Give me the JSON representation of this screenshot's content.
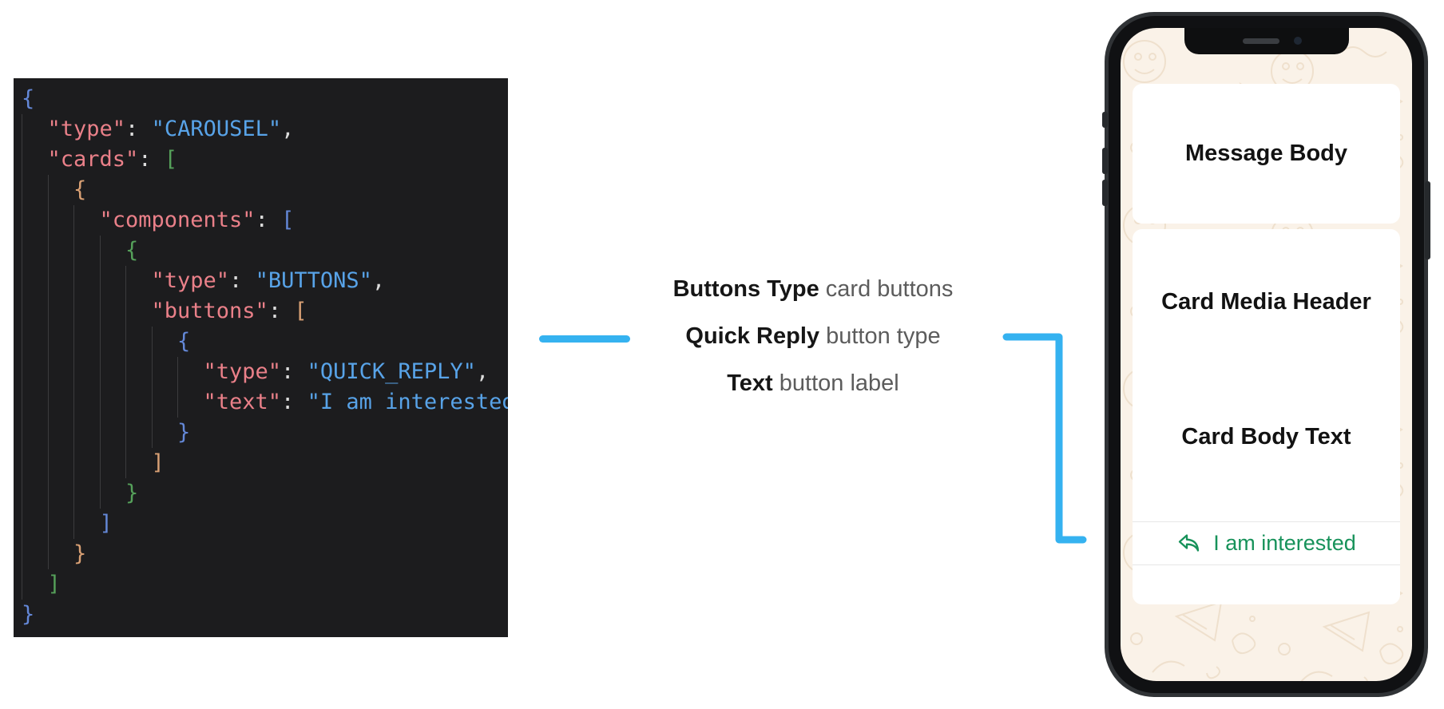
{
  "code_panel": {
    "language": "json",
    "lines": [
      {
        "indent": 0,
        "tokens": [
          {
            "t": "{",
            "c": "b1"
          }
        ]
      },
      {
        "indent": 1,
        "tokens": [
          {
            "t": "\"type\"",
            "c": "key"
          },
          {
            "t": ": ",
            "c": "pun"
          },
          {
            "t": "\"CAROUSEL\"",
            "c": "str"
          },
          {
            "t": ",",
            "c": "pun"
          }
        ]
      },
      {
        "indent": 1,
        "tokens": [
          {
            "t": "\"cards\"",
            "c": "key"
          },
          {
            "t": ": ",
            "c": "pun"
          },
          {
            "t": "[",
            "c": "b2"
          }
        ]
      },
      {
        "indent": 2,
        "tokens": [
          {
            "t": "{",
            "c": "b3"
          }
        ]
      },
      {
        "indent": 3,
        "tokens": [
          {
            "t": "\"components\"",
            "c": "key"
          },
          {
            "t": ": ",
            "c": "pun"
          },
          {
            "t": "[",
            "c": "b1"
          }
        ]
      },
      {
        "indent": 4,
        "tokens": [
          {
            "t": "{",
            "c": "b2"
          }
        ]
      },
      {
        "indent": 5,
        "tokens": [
          {
            "t": "\"type\"",
            "c": "key"
          },
          {
            "t": ": ",
            "c": "pun"
          },
          {
            "t": "\"BUTTONS\"",
            "c": "str"
          },
          {
            "t": ",",
            "c": "pun"
          }
        ]
      },
      {
        "indent": 5,
        "tokens": [
          {
            "t": "\"buttons\"",
            "c": "key"
          },
          {
            "t": ": ",
            "c": "pun"
          },
          {
            "t": "[",
            "c": "b3"
          }
        ]
      },
      {
        "indent": 6,
        "tokens": [
          {
            "t": "{",
            "c": "b1"
          }
        ]
      },
      {
        "indent": 7,
        "tokens": [
          {
            "t": "\"type\"",
            "c": "key"
          },
          {
            "t": ": ",
            "c": "pun"
          },
          {
            "t": "\"QUICK_REPLY\"",
            "c": "str"
          },
          {
            "t": ",",
            "c": "pun"
          }
        ]
      },
      {
        "indent": 7,
        "tokens": [
          {
            "t": "\"text\"",
            "c": "key"
          },
          {
            "t": ": ",
            "c": "pun"
          },
          {
            "t": "\"I am interested\"",
            "c": "str"
          }
        ]
      },
      {
        "indent": 6,
        "tokens": [
          {
            "t": "}",
            "c": "b1"
          }
        ]
      },
      {
        "indent": 5,
        "tokens": [
          {
            "t": "]",
            "c": "b3"
          }
        ]
      },
      {
        "indent": 4,
        "tokens": [
          {
            "t": "}",
            "c": "b2"
          }
        ]
      },
      {
        "indent": 3,
        "tokens": [
          {
            "t": "]",
            "c": "b1"
          }
        ]
      },
      {
        "indent": 2,
        "tokens": [
          {
            "t": "}",
            "c": "b3"
          }
        ]
      },
      {
        "indent": 1,
        "tokens": [
          {
            "t": "]",
            "c": "b2"
          }
        ]
      },
      {
        "indent": 0,
        "tokens": [
          {
            "t": "}",
            "c": "b1"
          }
        ]
      }
    ]
  },
  "annotations": {
    "lines": [
      {
        "bold": "Buttons Type",
        "rest": "card buttons"
      },
      {
        "bold": "Quick Reply",
        "rest": "button type"
      },
      {
        "bold": "Text",
        "rest": "button label"
      }
    ]
  },
  "phone_preview": {
    "message_body": "Message Body",
    "card": {
      "media_header": "Card Media Header",
      "body_text": "Card Body Text",
      "quick_reply_button": {
        "label": "I am interested",
        "icon": "reply-arrow-icon"
      }
    }
  },
  "colors": {
    "connector_blue": "#35b2f0",
    "quick_reply_green": "#17925a",
    "code_background": "#1c1c1e",
    "code_key": "#ea8089",
    "code_string": "#58a3e8",
    "bracket_level_colors": [
      "#6488d8",
      "#55a05a",
      "#d9a074"
    ],
    "screen_wallpaper": "#faf2e8"
  }
}
